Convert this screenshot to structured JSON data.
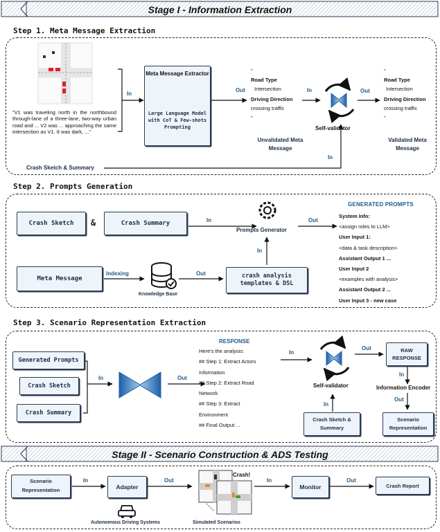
{
  "stage1": {
    "title": "Stage I - Information Extraction"
  },
  "stage2": {
    "title": "Stage II - Scenario Construction & ADS Testing"
  },
  "step1": {
    "title": "Step 1. Meta Message Extraction",
    "summary_text": "\"V1 was traveling north in the northbound through-lane of a three-lane, two-way urban road and ... V2 was ... approaching the same intersection as V1. It was dark, ...\"",
    "sketch_caption": "Crash Sketch & Summary",
    "extractor_title": "Meta Message Extractor",
    "extractor_desc": "Large Language Model with CoT & Few-shots Prompting",
    "in_label": "In",
    "out_label": "Out",
    "in_label2": "In",
    "out_label2": "Out",
    "in_label3": "In",
    "unvalidated": {
      "road_type_key": "Road Type",
      "road_type_val": "Intersection",
      "direction_key": "Driving Direction",
      "direction_val": "crossing traffic",
      "ellipsis": "\"",
      "ellipsis2": "\"",
      "caption": "Unvalidated Meta Message"
    },
    "validator": "Self-validator",
    "validated": {
      "road_type_key": "Road Type",
      "road_type_val": "Intersection",
      "direction_key": "Driving Direction",
      "direction_val": "crossing traffic",
      "ellipsis": "\"",
      "ellipsis2": "\"",
      "caption": "Validated Meta Message"
    }
  },
  "step2": {
    "title": "Step 2. Prompts Generation",
    "crash_sketch": "Crash Sketch",
    "amp": "&",
    "crash_summary": "Crash Summary",
    "meta_message": "Meta Message",
    "indexing": "Indexing",
    "knowledge_base": "Knowledge Base",
    "out1": "Out",
    "in1": "In",
    "in2": "In",
    "out2": "Out",
    "templates": "crash analysis templates & DSL",
    "generator": "Prompts Generator",
    "prompts": {
      "title": "GENERATED PROMPTS",
      "lines": [
        {
          "text": "System Info:",
          "bold": true
        },
        {
          "text": "<assign roles to LLM>",
          "bold": false
        },
        {
          "text": "User Input 1:",
          "bold": true
        },
        {
          "text": "<data & task description>",
          "bold": false
        },
        {
          "text": "Assistant Output 1 ...",
          "bold": true
        },
        {
          "text": "User Input 2",
          "bold": true
        },
        {
          "text": "<examples with analysis>",
          "bold": false
        },
        {
          "text": "Assistant Output 2 ...",
          "bold": true
        },
        {
          "text": "User Input 3 - new case",
          "bold": true
        }
      ]
    }
  },
  "step3": {
    "title": "Step 3. Scenario Representation Extraction",
    "generated_prompts": "Generated Prompts",
    "crash_sketch": "Crash Sketch",
    "crash_summary": "Crash Summary",
    "in1": "In",
    "out1": "Out",
    "in2": "In",
    "out2": "Out",
    "in3": "In",
    "in4": "In",
    "out3": "Out",
    "response": {
      "title": "RESPONSE",
      "lines": [
        "Here's the analysis:",
        "## Step 1: Extract Actors",
        "Information",
        "## Step 2: Extract Road",
        "Network",
        "## Step 3: Extract",
        "Environment",
        "## Final Output ..."
      ]
    },
    "validator": "Self-validator",
    "raw_response": "RAW RESPONSE",
    "info_encoder": "Information Encoder",
    "sketch_summary": "Crash Sketch & Summary",
    "scenario_rep": "Scenario Representation"
  },
  "stage2_flow": {
    "scenario_rep": "Scenario Representation",
    "in1": "In",
    "adapter": "Adapter",
    "out1": "Out",
    "ads": "Autonomous Driving Systems",
    "crash": "Crash!",
    "simulated": "Simulated Scenarios",
    "in2": "In",
    "monitor": "Monitor",
    "out2": "Out",
    "crash_report": "Crash Report"
  },
  "colors": {
    "accent": "#1e5a8a",
    "box_fill": "#eef4f9",
    "box_stroke": "#2b3a55",
    "bowtie": "#1f5fa8",
    "bowtie_light": "#9ec9ea"
  }
}
